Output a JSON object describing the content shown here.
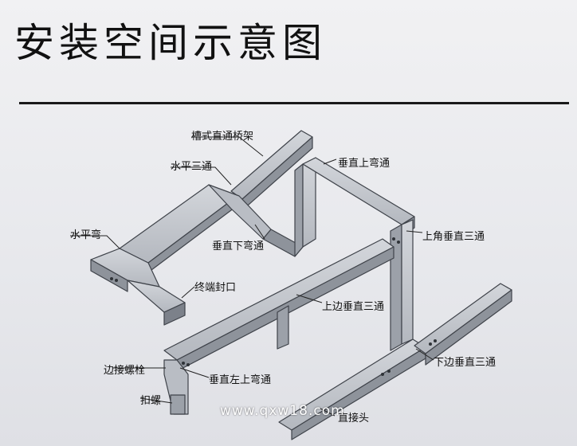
{
  "title": "安装空间示意图",
  "labels": {
    "trough_straight": "槽式直通桥架",
    "horizontal_tee": "水平三通",
    "vertical_up_bend": "垂直上弯通",
    "horizontal_bend": "水平弯",
    "vertical_down_bend": "垂直下弯通",
    "upper_corner_vertical_tee": "上角垂直三通",
    "end_cap": "终端封口",
    "upper_side_vertical_tee": "上边垂直三通",
    "side_bolt": "边接螺栓",
    "vertical_left_up_bend": "垂直左上弯通",
    "lower_side_vertical_tee": "下边垂直三通",
    "nut": "扣螺",
    "straight_joint": "直接头"
  },
  "watermark": "www.qxw18.com",
  "colors": {
    "tray_light": "#c9ccd2",
    "tray_dark": "#8e939b",
    "tray_edge": "#3f434a",
    "text": "#111111"
  }
}
